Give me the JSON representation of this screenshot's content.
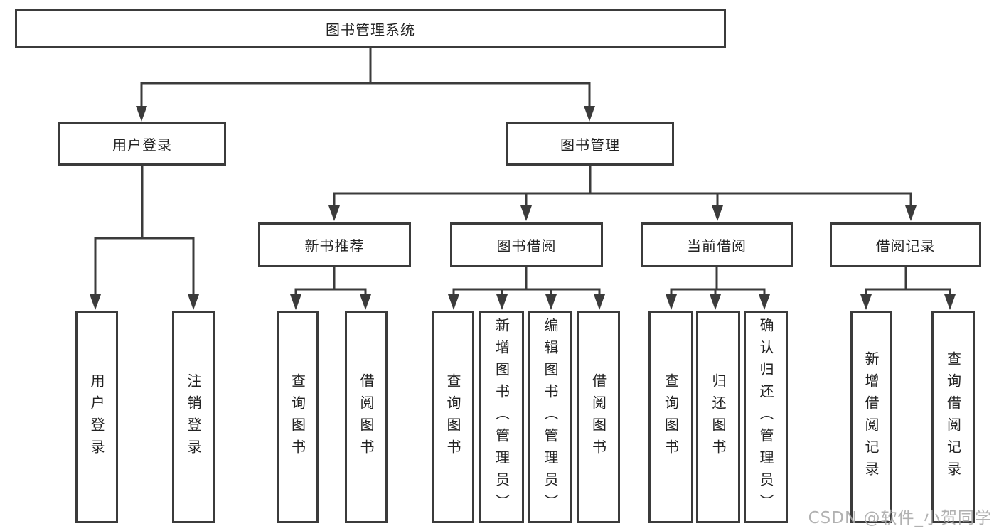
{
  "colors": {
    "background": "#ffffff",
    "line": "#3b3b3b",
    "box_border": "#3b3b3b",
    "text": "#222222",
    "watermark": "#a8a8a8"
  },
  "watermark": {
    "text": "CSDN @软件_小贺同学"
  },
  "nodes": {
    "root": {
      "label": "图书管理系统"
    },
    "login_group": {
      "label": "用户登录"
    },
    "book_management": {
      "label": "图书管理"
    },
    "new_book_recommend": {
      "label": "新书推荐"
    },
    "book_borrowing": {
      "label": "图书借阅"
    },
    "current_borrowing": {
      "label": "当前借阅"
    },
    "borrowing_records": {
      "label": "借阅记录"
    },
    "leaves": {
      "user_login": {
        "label": "用户登录"
      },
      "logout": {
        "label": "注销登录"
      },
      "nbr_query_books": {
        "label": "查询图书"
      },
      "nbr_borrow_books": {
        "label": "借阅图书"
      },
      "bb_query_books": {
        "label": "查询图书"
      },
      "bb_add_books": {
        "label": "新增图书（管理员）"
      },
      "bb_edit_books": {
        "label": "编辑图书（管理员）"
      },
      "bb_borrow_books": {
        "label": "借阅图书"
      },
      "cb_query_books": {
        "label": "查询图书"
      },
      "cb_return_books": {
        "label": "归还图书"
      },
      "cb_confirm_return": {
        "label": "确认归还（管理员）"
      },
      "br_add_record": {
        "label": "新增借阅记录"
      },
      "br_query_record": {
        "label": "查询借阅记录"
      }
    }
  }
}
